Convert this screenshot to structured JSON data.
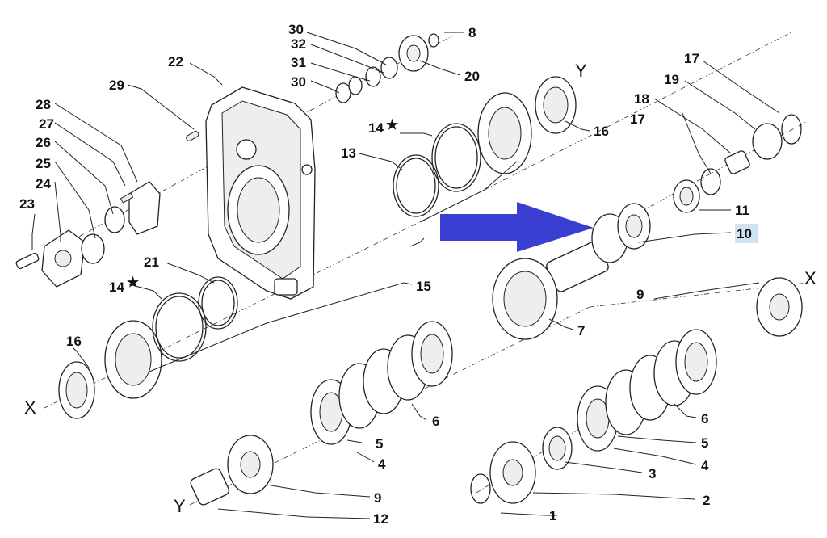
{
  "diagram": {
    "callouts": {
      "c1": "1",
      "c2": "2",
      "c3": "3",
      "c4a": "4",
      "c4b": "4",
      "c5a": "5",
      "c5b": "5",
      "c6a": "6",
      "c6b": "6",
      "c7": "7",
      "c8": "8",
      "c9a": "9",
      "c9b": "9",
      "c10": "10",
      "c11": "11",
      "c12": "12",
      "c13": "13",
      "c14a": "14",
      "c14b": "14",
      "c15": "15",
      "c16a": "16",
      "c16b": "16",
      "c17a": "17",
      "c17b": "17",
      "c18": "18",
      "c19": "19",
      "c20": "20",
      "c21": "21",
      "c22": "22",
      "c23": "23",
      "c24": "24",
      "c25": "25",
      "c26": "26",
      "c27": "27",
      "c28": "28",
      "c29": "29",
      "c30a": "30",
      "c30b": "30",
      "c31": "31",
      "c32": "32"
    },
    "star_symbol": "★",
    "axis_labels": {
      "x1": "X",
      "x2": "X",
      "y1": "Y",
      "y2": "Y"
    },
    "colors": {
      "arrow": "#3b3fd1",
      "highlight": "#cfe3f1",
      "ink": "#222222"
    },
    "highlighted_callout": "10"
  }
}
